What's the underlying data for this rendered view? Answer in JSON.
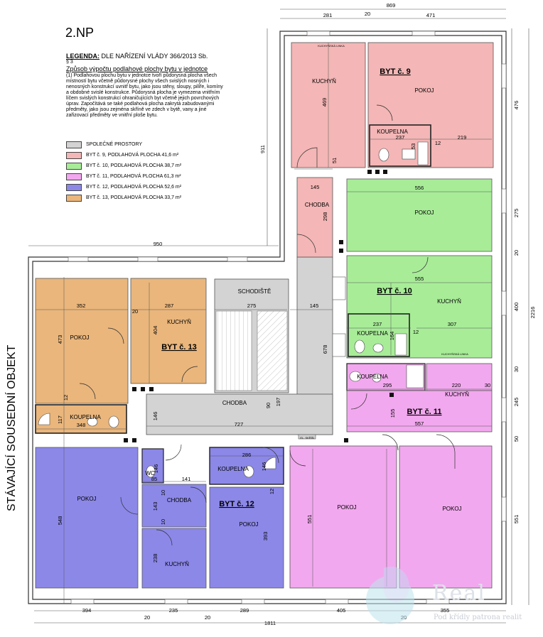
{
  "floor_title": "2.NP",
  "legend": {
    "heading": "LEGENDA:",
    "heading_rest": "DLE NAŘÍZENÍ VLÁDY 366/2013 Sb.",
    "paragraph": "§ 3",
    "method": "Způsob výpočtu podlahové plochy bytu v jednotce",
    "body": "(1) Podlahovou plochu bytu v jednotce tvoří půdorysná plocha všech místností bytu včetně půdorysné plochy všech svislých nosných i nenosných konstrukcí uvnitř bytu, jako jsou stěny, sloupy, pilíře, komíny a obdobné svislé konstrukce. Půdorysná plocha je vymezena vnitřním líčem svislých konstrukcí ohraničujících byt včetně jejich povrchových úprav. Započítává se také podlahová plocha zakrytá zabudovanými předměty, jako jsou zejména skříně ve zdech v bytě, vany a jiné zařizovací předměty ve vnitřní ploše bytu.",
    "items": [
      {
        "label": "SPOLEČNÉ PROSTORY",
        "color": "#d3d3d3"
      },
      {
        "label": "BYT č. 9, PODLAHOVÁ PLOCHA 41,6 m²",
        "color": "#f4b6b6"
      },
      {
        "label": "BYT č. 10, PODLAHOVÁ PLOCHA 38,7 m²",
        "color": "#a8ec98"
      },
      {
        "label": "BYT č. 11, PODLAHOVÁ PLOCHA 61,3 m²",
        "color": "#f2a8ee"
      },
      {
        "label": "BYT č. 12, PODLAHOVÁ PLOCHA 52,6 m²",
        "color": "#8c88e8"
      },
      {
        "label": "BYT č. 13, PODLAHOVÁ PLOCHA 33,7 m²",
        "color": "#eab67c"
      }
    ]
  },
  "side_label": "STÁVAJÍCÍ SOUSEDNÍ OBJEKT",
  "rooms": {
    "b9_kuchyn": "KUCHYŇ",
    "b9_title": "BYT č. 9",
    "b9_pokoj": "POKOJ",
    "b9_koupelna": "KOUPELNA",
    "chodba_top": "CHODBA",
    "b10_pokoj": "POKOJ",
    "b10_title": "BYT č. 10",
    "b10_kuchyn": "KUCHYŇ",
    "b10_koupelna": "KOUPELNA",
    "schodiste": "SCHODIŠTĚ",
    "chodba_mid": "CHODBA",
    "b13_pokoj": "POKOJ",
    "b13_kuchyn": "KUCHYŇ",
    "b13_title": "BYT č. 13",
    "b13_koupelna": "KOUPELNA",
    "b11_koupelna": "KOUPELNA",
    "b11_kuchyn": "KUCHYŇ",
    "b11_title": "BYT č. 11",
    "b11_pokoj1": "POKOJ",
    "b11_pokoj2": "POKOJ",
    "b12_pokoj1": "POKOJ",
    "b12_wc": "WC",
    "b12_koupelna": "KOUPELNA",
    "b12_chodba": "CHODBA",
    "b12_title": "BYT č. 12",
    "b12_pokoj2": "POKOJ",
    "b12_kuchyn": "KUCHYŇ",
    "kuchynska_linka": "KUCHYŇSKÁ LINKA",
    "el_skrin": "EL. SKŘÍŇ"
  },
  "dimensions": {
    "top_total": "869",
    "top_left": "281",
    "top_gap": "20",
    "top_right": "471",
    "d911": "911",
    "d469": "469",
    "d51": "51",
    "d237a": "237",
    "d53": "53",
    "d12a": "12",
    "d219": "219",
    "d476": "476",
    "d145a": "145",
    "d298": "298",
    "d556": "556",
    "d275": "275",
    "d20a": "20",
    "d555": "555",
    "d950": "950",
    "d400": "400",
    "d2216": "2216",
    "d352": "352",
    "d20b": "20",
    "d287": "287",
    "d275b": "275",
    "d145b": "145",
    "d473": "473",
    "d404": "404",
    "d678": "678",
    "d237b": "237",
    "d164": "164",
    "d12b": "12",
    "d307": "307",
    "d30a": "30",
    "d295": "295",
    "d220": "220",
    "d30b": "30",
    "d245": "245",
    "d12c": "12",
    "d117": "117",
    "d348": "348",
    "d146": "146",
    "d727": "727",
    "d90": "90",
    "d197": "197",
    "d155": "155",
    "d557": "557",
    "d50": "50",
    "d286": "286",
    "d146b": "146",
    "d85": "85",
    "d141": "141",
    "d146c": "146",
    "d10a": "10",
    "d12d": "12",
    "d143": "143",
    "d10b": "10",
    "d393": "393",
    "d238": "238",
    "d548": "548",
    "d551a": "551",
    "d551b": "551",
    "b394": "394",
    "b20a": "20",
    "b235": "235",
    "b20b": "20",
    "b289": "289",
    "b405": "405",
    "b20c": "20",
    "b355": "355",
    "bottom_total": "1811"
  },
  "watermark": {
    "line": "Pod křídly patrona realit",
    "logo": "Real"
  }
}
